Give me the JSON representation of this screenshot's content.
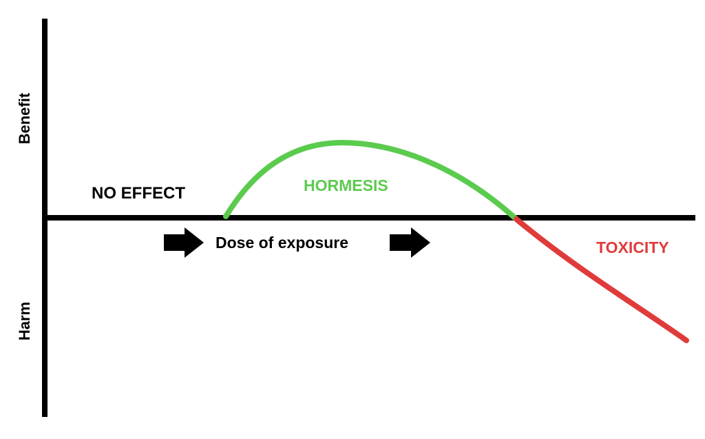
{
  "y_axis": {
    "positive_label": "Benefit",
    "negative_label": "Harm"
  },
  "x_axis": {
    "label": "Dose of exposure"
  },
  "regions": {
    "no_effect": {
      "label": "NO EFFECT",
      "color": "#000000"
    },
    "hormesis": {
      "label": "HORMESIS",
      "color": "#5BCB4E"
    },
    "toxicity": {
      "label": "TOXICITY",
      "color": "#E03B3B"
    }
  },
  "icons": {
    "direction_arrows": "right-arrow-icon"
  }
}
